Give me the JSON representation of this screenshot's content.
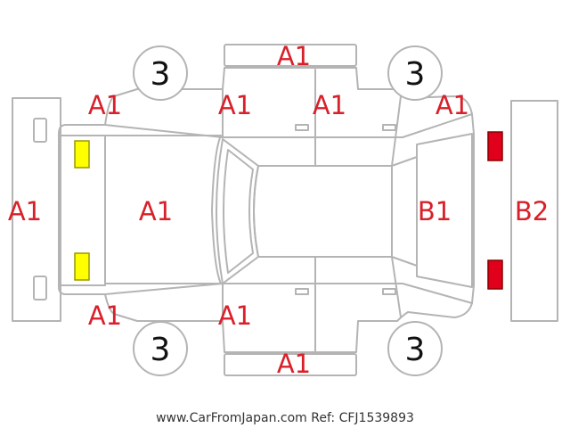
{
  "wheels": {
    "front_left": "3",
    "rear_left": "3",
    "front_right": "3",
    "rear_right": "3"
  },
  "codes": {
    "top_side": "A1",
    "top_front_fender": "A1",
    "top_front_door": "A1",
    "top_rear_door": "A1",
    "top_rear_fender": "A1",
    "front_bumper": "A1",
    "hood": "A1",
    "bottom_front_fender": "A1",
    "bottom_front_door": "A1",
    "bottom_side": "A1",
    "rear_hatch": "B1",
    "rear_bumper": "B2"
  },
  "colors": {
    "defect_code": "#d8202a",
    "front_lamp": "#ffff00",
    "rear_lamp": "#e0001b",
    "outline": "#b4b4b4"
  },
  "footer": "www.CarFromJapan.com Ref: CFJ1539893"
}
